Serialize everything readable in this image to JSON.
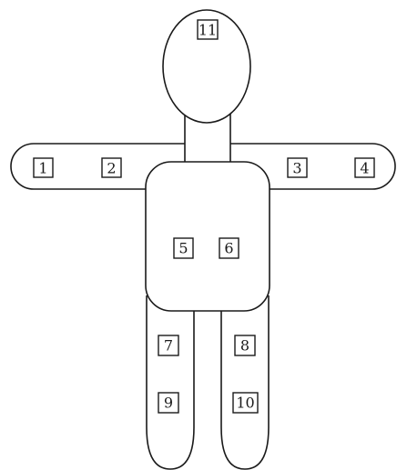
{
  "markers": {
    "m1": "1",
    "m2": "2",
    "m3": "3",
    "m4": "4",
    "m5": "5",
    "m6": "6",
    "m7": "7",
    "m8": "8",
    "m9": "9",
    "m10": "10",
    "m11": "11"
  },
  "colors": {
    "stroke": "#1a1a1a",
    "fill": "#ffffff"
  }
}
